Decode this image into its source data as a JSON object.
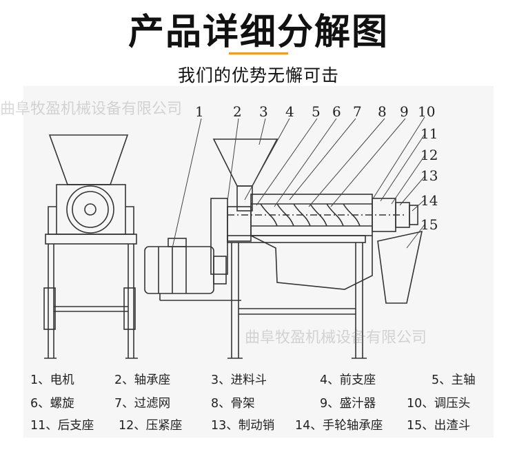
{
  "header": {
    "title": "产品详细分解图",
    "subtitle": "我们的优势无懈可击",
    "accent_color": "#f39a1e"
  },
  "watermarks": [
    "曲阜牧盈机械设备有限公司",
    "曲阜牧盈机械设备有限公司"
  ],
  "callouts": [
    "1",
    "2",
    "3",
    "4",
    "5",
    "6",
    "7",
    "8",
    "9",
    "10",
    "11",
    "12",
    "13",
    "14",
    "15"
  ],
  "legend": [
    [
      "1、电机",
      "2、轴承座",
      "3、进料斗",
      "4、前支座",
      "5、主轴"
    ],
    [
      "6、螺旋",
      "7、过滤网",
      "8、骨架",
      "9、盛汁器",
      "10、调压头"
    ],
    [
      "11、后支座",
      "12、压紧座",
      "13、制动销",
      "14、手轮轴承座",
      "15、出渣斗"
    ]
  ]
}
